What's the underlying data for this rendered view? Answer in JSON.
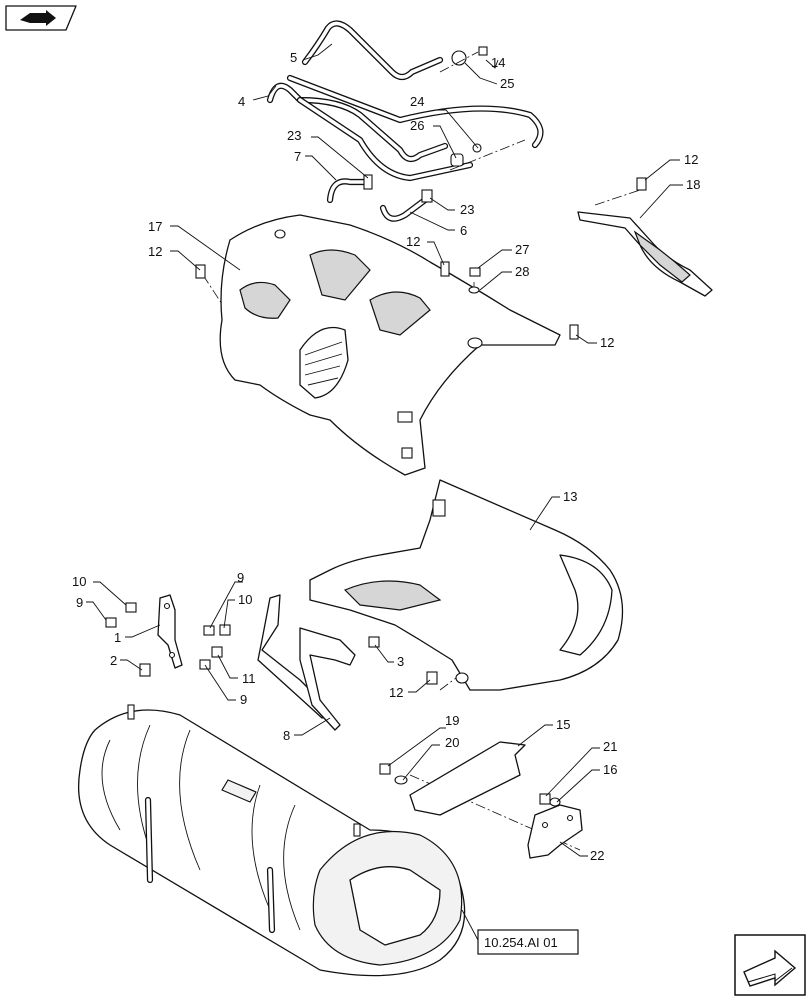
{
  "colors": {
    "line": "#111111",
    "background": "#ffffff",
    "shade": "#d6d6d6"
  },
  "icons": {
    "top_left": "book-arrow-icon",
    "bottom_right": "next-page-arrow-icon"
  },
  "reference_label": "10.254.AI 01",
  "callouts": [
    "5",
    "14",
    "25",
    "4",
    "24",
    "26",
    "23",
    "7",
    "23",
    "6",
    "12",
    "18",
    "17",
    "12",
    "12",
    "27",
    "28",
    "12",
    "13",
    "10",
    "9",
    "9",
    "10",
    "1",
    "2",
    "3",
    "11",
    "9",
    "12",
    "8",
    "19",
    "20",
    "15",
    "21",
    "16",
    "22"
  ]
}
